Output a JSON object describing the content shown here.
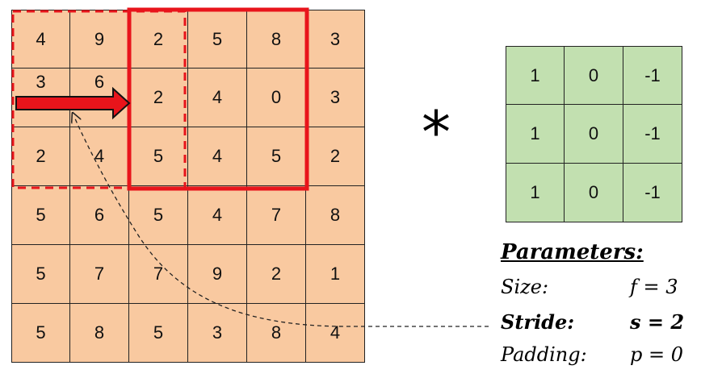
{
  "input_matrix": {
    "rows": [
      [
        "4",
        "9",
        "2",
        "5",
        "8",
        "3"
      ],
      [
        "3",
        "6",
        "2",
        "4",
        "0",
        "3"
      ],
      [
        "2",
        "4",
        "5",
        "4",
        "5",
        "2"
      ],
      [
        "5",
        "6",
        "5",
        "4",
        "7",
        "8"
      ],
      [
        "5",
        "7",
        "7",
        "9",
        "2",
        "1"
      ],
      [
        "5",
        "8",
        "5",
        "3",
        "8",
        "4"
      ]
    ]
  },
  "operator": "*",
  "kernel": {
    "rows": [
      [
        "1",
        "0",
        "-1"
      ],
      [
        "1",
        "0",
        "-1"
      ],
      [
        "1",
        "0",
        "-1"
      ]
    ]
  },
  "parameters": {
    "title": "Parameters:",
    "size_label": "Size:",
    "size_value": "f = 3",
    "stride_label": "Stride:",
    "stride_value": "s = 2",
    "padding_label": "Padding:",
    "padding_value": "p = 0"
  },
  "colors": {
    "input_fill": "#f9c9a0",
    "kernel_fill": "#c2e0b0",
    "highlight": "#e8141b",
    "grid_line": "#222222"
  }
}
